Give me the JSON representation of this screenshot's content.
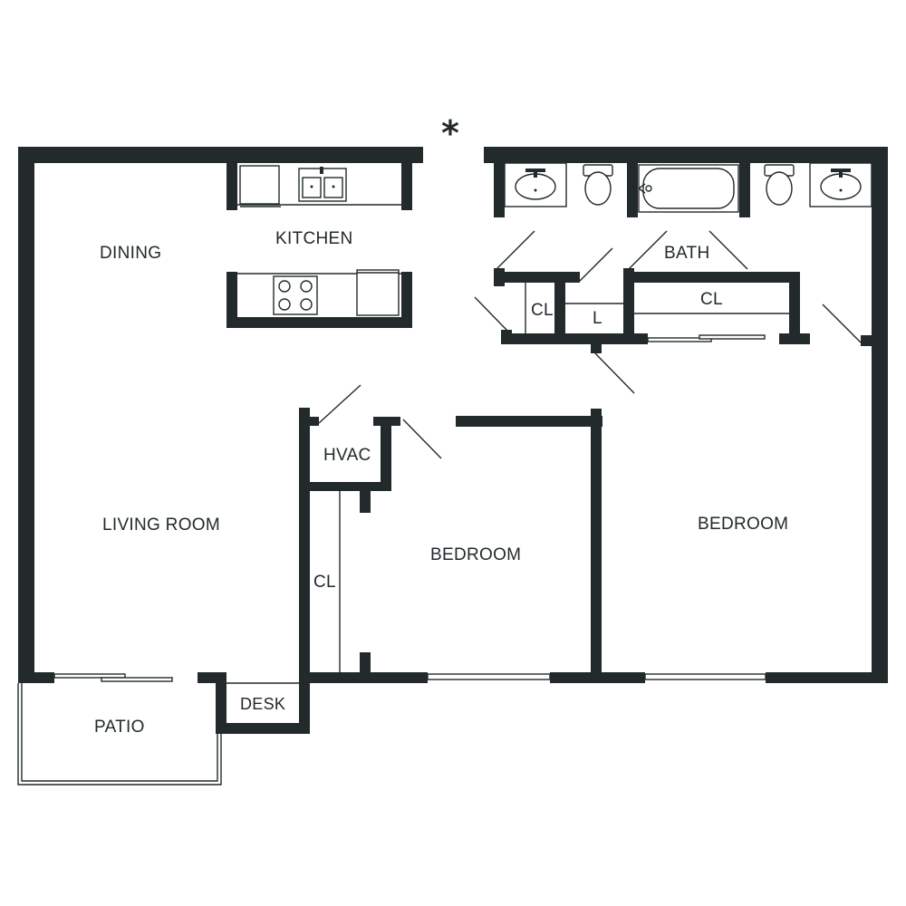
{
  "marker": "*",
  "rooms": {
    "dining": "DINING",
    "kitchen": "KITCHEN",
    "living_room": "LIVING ROOM",
    "bath": "BATH",
    "hvac": "HVAC",
    "bedroom_1": "BEDROOM",
    "bedroom_2": "BEDROOM",
    "patio": "PATIO",
    "desk": "DESK",
    "closet_hall": "CL",
    "linen": "L",
    "closet_bath": "CL",
    "closet_bedroom": "CL"
  },
  "colors": {
    "wall": "#222a2b",
    "background": "#ffffff"
  }
}
